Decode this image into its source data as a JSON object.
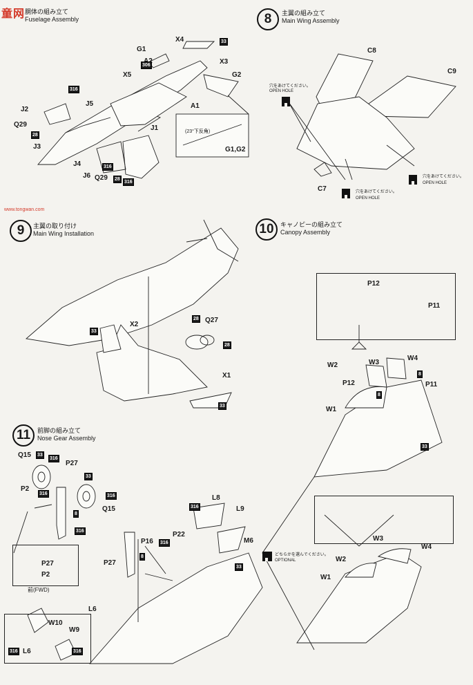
{
  "logo": {
    "text": "童网",
    "sub": "www.tongwan.com"
  },
  "steps": [
    {
      "number": "",
      "jp": "胴体の組み立て",
      "en": "Fuselage Assembly"
    },
    {
      "number": "8",
      "jp": "主翼の組み立て",
      "en": "Main Wing Assembly"
    },
    {
      "number": "9",
      "jp": "主翼の取り付け",
      "en": "Main Wing Installation"
    },
    {
      "number": "10",
      "jp": "キャノピーの組み立て",
      "en": "Canopy Assembly"
    },
    {
      "number": "11",
      "jp": "前脚の組み立て",
      "en": "Nose Gear Assembly"
    }
  ],
  "step7_labels": [
    "X4",
    "G1",
    "A2",
    "X3",
    "X5",
    "G2",
    "A1",
    "J2",
    "J5",
    "Q29",
    "J3",
    "J1",
    "J4",
    "J6",
    "Q29",
    "G1,G2"
  ],
  "step7_angle_note": "(23°下反角)",
  "step7_badges": [
    "33",
    "306",
    "316",
    "28",
    "316",
    "28",
    "316"
  ],
  "step8_labels": [
    "C8",
    "C9",
    "C7"
  ],
  "step8_hole_note_jp": "穴をあけてください。",
  "step8_hole_note_en": "OPEN HOLE",
  "step9_labels": [
    "X2",
    "Q27",
    "X1"
  ],
  "step9_badges": [
    "33",
    "28",
    "28",
    "33"
  ],
  "step10_labels": [
    "P12",
    "P11",
    "W2",
    "W3",
    "W4",
    "P12",
    "P11",
    "W1",
    "W3",
    "W4",
    "W2",
    "W1"
  ],
  "step10_badges": [
    "8",
    "8",
    "33"
  ],
  "step10_optional_jp": "どちらかを選んでください。",
  "step10_optional_en": "OPTIONAL",
  "step11_labels": [
    "Q15",
    "P27",
    "P2",
    "Q15",
    "P27",
    "P2",
    "L8",
    "L9",
    "M6",
    "P16",
    "P22",
    "P27",
    "L6",
    "W10",
    "W9",
    "L6"
  ],
  "step11_badges": [
    "33",
    "316",
    "33",
    "316",
    "316",
    "8",
    "316",
    "316",
    "316",
    "8",
    "33",
    "316",
    "316"
  ],
  "step11_fwd": "前(FWD)"
}
